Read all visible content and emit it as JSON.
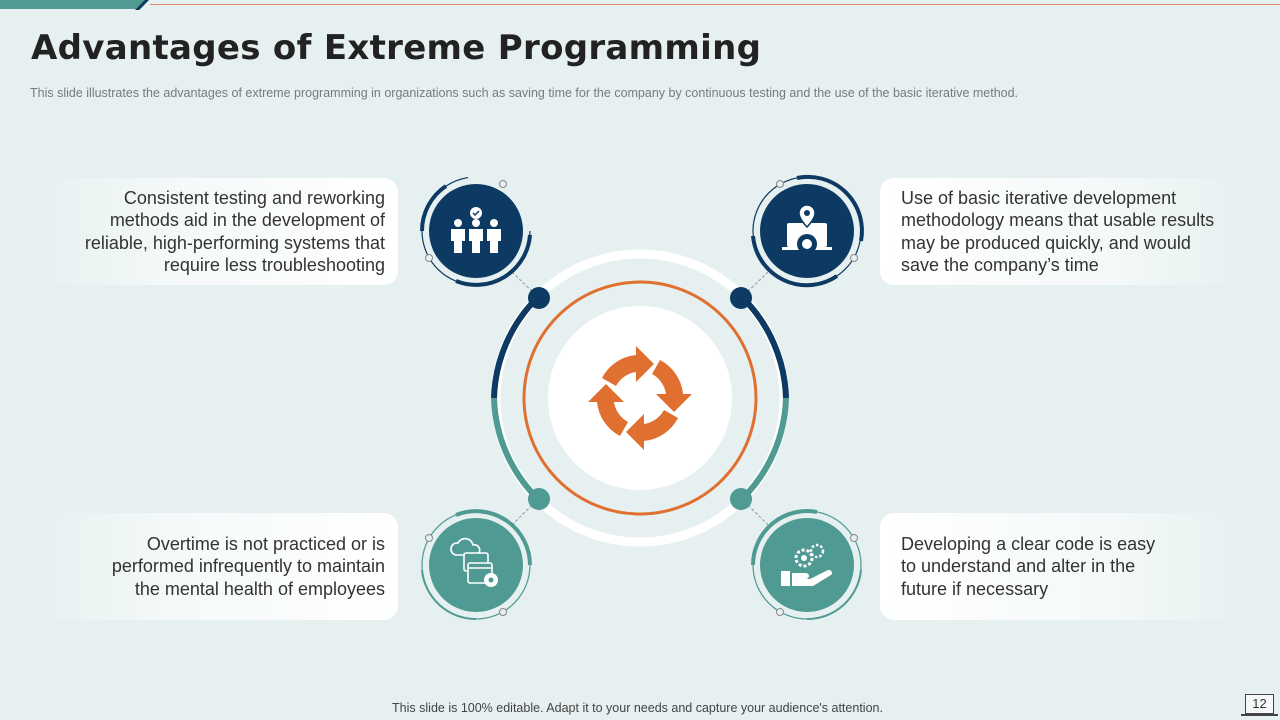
{
  "slide": {
    "title": "Advantages of Extreme Programming",
    "subtitle": "This slide illustrates the advantages  of extreme programming  in organizations such as saving time for the company by continuous testing and the use of the basic iterative  method.",
    "footer": "This slide is 100% editable. Adapt it to your needs and capture your audience's attention.",
    "page_number": "12"
  },
  "colors": {
    "background": "#e6f0f0",
    "navy": "#0d3a63",
    "teal": "#4f9a93",
    "orange": "#e0702f",
    "white": "#ffffff"
  },
  "center": {
    "icon": "cycle-arrows-icon"
  },
  "advantages": [
    {
      "position": "top-left",
      "icon": "team-with-badge-icon",
      "color": "navy",
      "lines": [
        "Consistent testing and reworking",
        "methods aid in the development of",
        "reliable, high-performing systems that",
        "require less troubleshooting"
      ]
    },
    {
      "position": "top-right",
      "icon": "laptop-location-gear-icon",
      "color": "navy",
      "lines": [
        "Use of basic iterative development",
        "methodology means that usable results",
        "may be produced quickly, and would",
        "save the company’s time"
      ]
    },
    {
      "position": "bottom-left",
      "icon": "cloud-windows-gear-icon",
      "color": "teal",
      "lines": [
        "Overtime is not practiced or is",
        "performed infrequently to maintain",
        "the mental health of employees"
      ]
    },
    {
      "position": "bottom-right",
      "icon": "hand-gears-icon",
      "color": "teal",
      "lines": [
        "Developing a clear code is easy",
        "to understand and alter in the",
        "future if necessary"
      ]
    }
  ]
}
